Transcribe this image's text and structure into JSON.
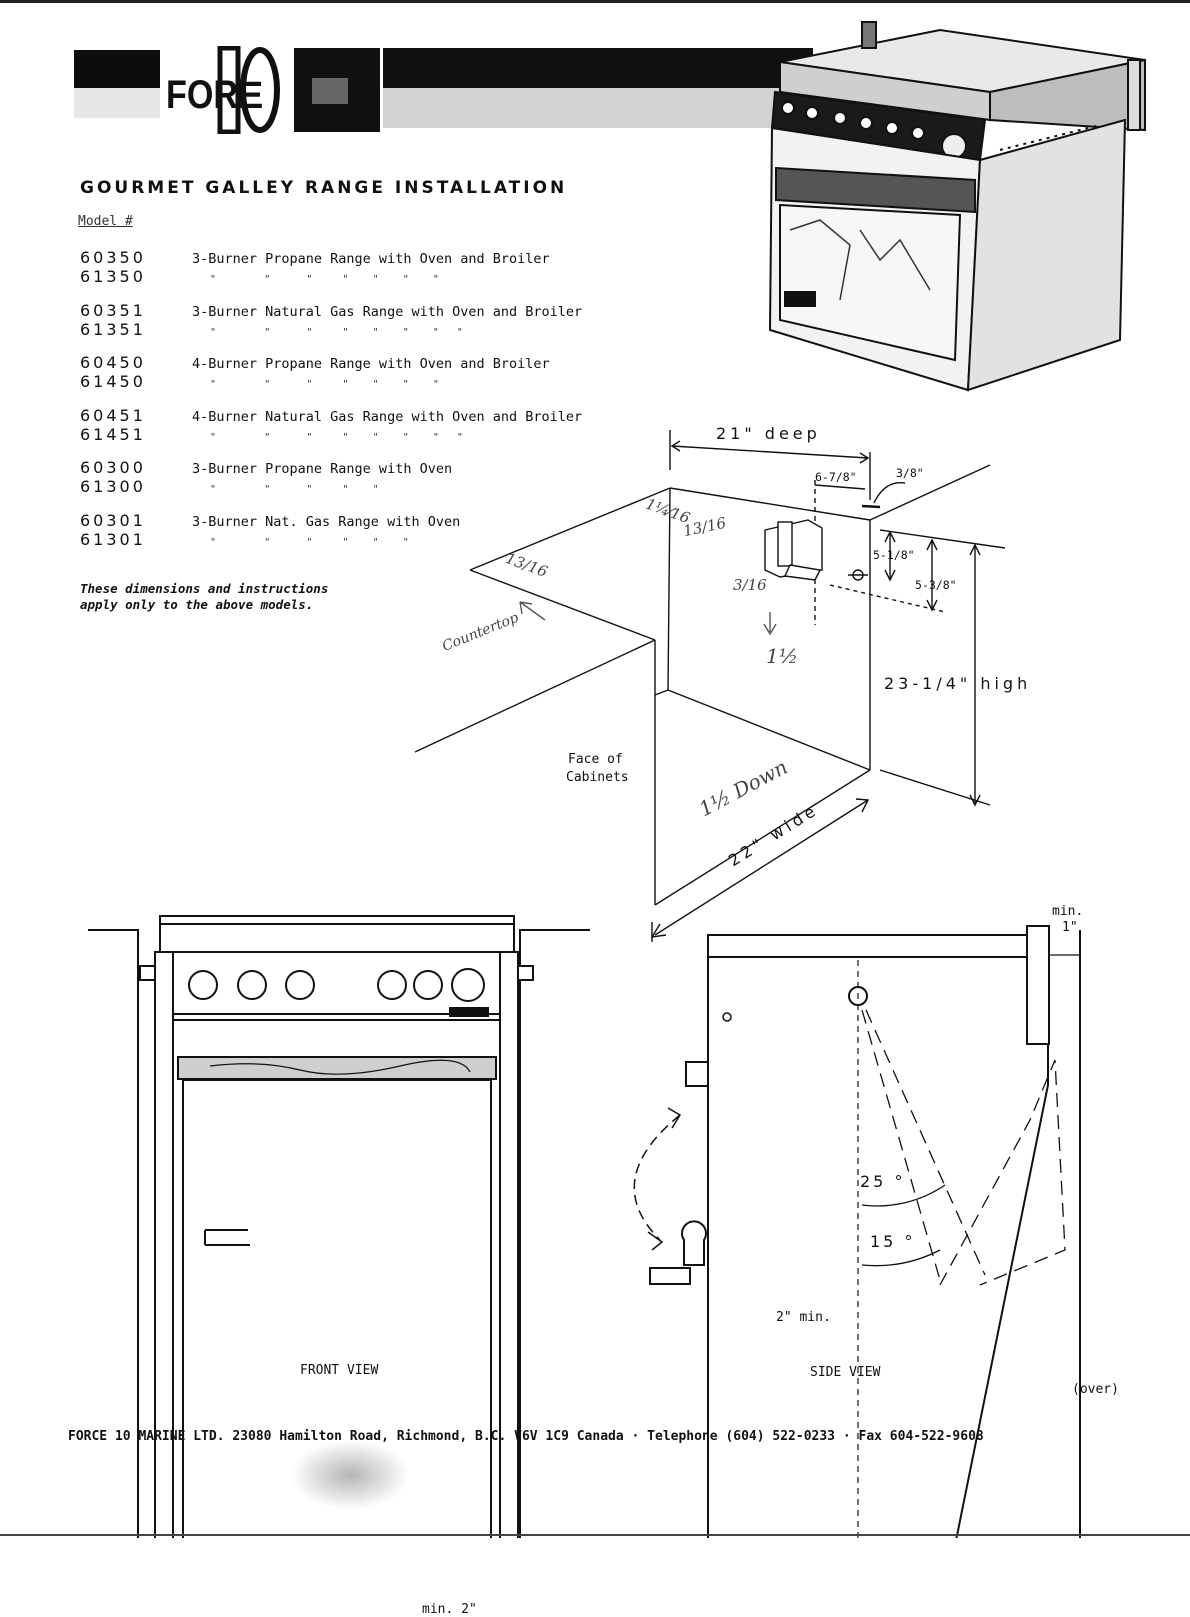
{
  "header": {
    "logo_text": "FORCE 10",
    "title": "GOURMET  GALLEY  RANGE  INSTALLATION",
    "model_label": "Model #"
  },
  "models": [
    {
      "a": "60350",
      "b": "61350",
      "desc": "3-Burner Propane Range with Oven and Broiler",
      "ditto": "   \"        \"      \"     \"    \"    \"    \""
    },
    {
      "a": "60351",
      "b": "61351",
      "desc": "3-Burner Natural Gas Range with Oven and Broiler",
      "ditto": "   \"        \"      \"     \"    \"    \"    \"   \""
    },
    {
      "a": "60450",
      "b": "61450",
      "desc": "4-Burner Propane Range with Oven and Broiler",
      "ditto": "   \"        \"      \"     \"    \"    \"    \""
    },
    {
      "a": "60451",
      "b": "61451",
      "desc": "4-Burner Natural Gas Range with Oven and Broiler",
      "ditto": "   \"        \"      \"     \"    \"    \"    \"   \""
    },
    {
      "a": "60300",
      "b": "61300",
      "desc": "3-Burner Propane Range with Oven",
      "ditto": "   \"        \"      \"     \"    \""
    },
    {
      "a": "60301",
      "b": "61301",
      "desc": "3-Burner Nat. Gas Range with Oven",
      "ditto": "   \"        \"      \"     \"    \"    \""
    }
  ],
  "note": {
    "line1": "These dimensions and instructions",
    "line2": "apply only to the above models."
  },
  "cutout": {
    "depth": "21\" deep",
    "inset": "6-7/8\"",
    "lip": "3/8\"",
    "bracket_h1": "5-1/8\"",
    "bracket_h2": "5-3/8\"",
    "height": "23-1/4\" high",
    "width": "22\" wide",
    "face_label_1": "Face of",
    "face_label_2": "Cabinets"
  },
  "handwritten": {
    "n1": "1¼⁄16",
    "n2": "13/16",
    "n3": "13/16",
    "n4": "3/16",
    "n5": "1½",
    "n6": "1½ Down",
    "countertop": "Countertop"
  },
  "front_view": {
    "label": "FRONT VIEW",
    "clearance": "min. 2\""
  },
  "side_view": {
    "label": "SIDE VIEW",
    "min_label": "min.",
    "min_value": "1\"",
    "angle1": "25 °",
    "angle2": "15 °",
    "clearance": "2\" min."
  },
  "over_label": "(over)",
  "footer": "FORCE 10  MARINE LTD. 23080 Hamilton Road, Richmond, B.C. V6V 1C9 Canada · Telephone (604) 522-0233 · Fax 604-522-9608"
}
